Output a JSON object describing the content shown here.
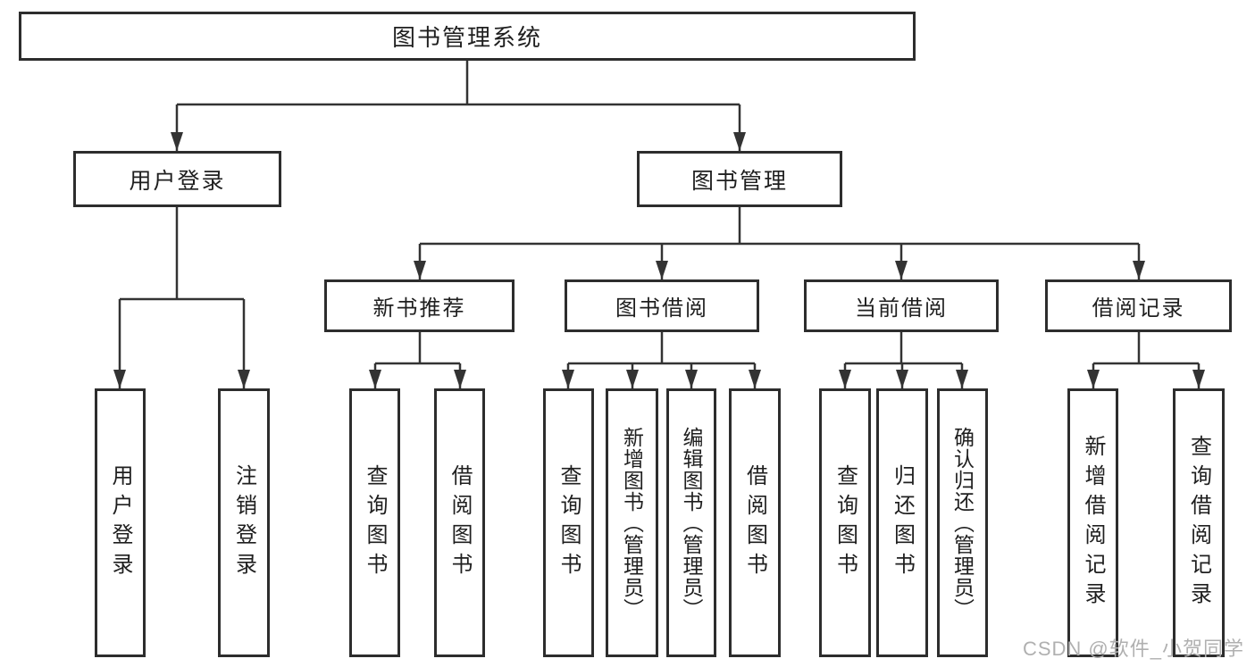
{
  "diagram_type": "tree-structure-chart",
  "colors": {
    "background": "#ffffff",
    "box_border": "#2d2d2d",
    "connector_line": "#333333",
    "text": "#1f1f1f",
    "watermark": "#b0b0b0"
  },
  "nodes": {
    "root": {
      "label": "图书管理系统"
    },
    "login": {
      "label": "用户登录"
    },
    "mgmt": {
      "label": "图书管理"
    },
    "rec": {
      "label": "新书推荐"
    },
    "borrow": {
      "label": "图书借阅"
    },
    "current": {
      "label": "当前借阅"
    },
    "records": {
      "label": "借阅记录"
    },
    "leaves": [
      {
        "label": "用户登录"
      },
      {
        "label": "注销登录"
      },
      {
        "label": "查询图书"
      },
      {
        "label": "借阅图书"
      },
      {
        "label": "查询图书"
      },
      {
        "label": "新增图书（管理员）"
      },
      {
        "label": "编辑图书（管理员）"
      },
      {
        "label": "借阅图书"
      },
      {
        "label": "查询图书"
      },
      {
        "label": "归还图书"
      },
      {
        "label": "确认归还（管理员）"
      },
      {
        "label": "新增借阅记录"
      },
      {
        "label": "查询借阅记录"
      }
    ]
  },
  "hierarchy": {
    "图书管理系统": {
      "用户登录": [
        "用户登录",
        "注销登录"
      ],
      "图书管理": {
        "新书推荐": [
          "查询图书",
          "借阅图书"
        ],
        "图书借阅": [
          "查询图书",
          "新增图书（管理员）",
          "编辑图书（管理员）",
          "借阅图书"
        ],
        "当前借阅": [
          "查询图书",
          "归还图书",
          "确认归还（管理员）"
        ],
        "借阅记录": [
          "新增借阅记录",
          "查询借阅记录"
        ]
      }
    }
  },
  "watermark": {
    "text": "CSDN @软件_小贺同学"
  }
}
